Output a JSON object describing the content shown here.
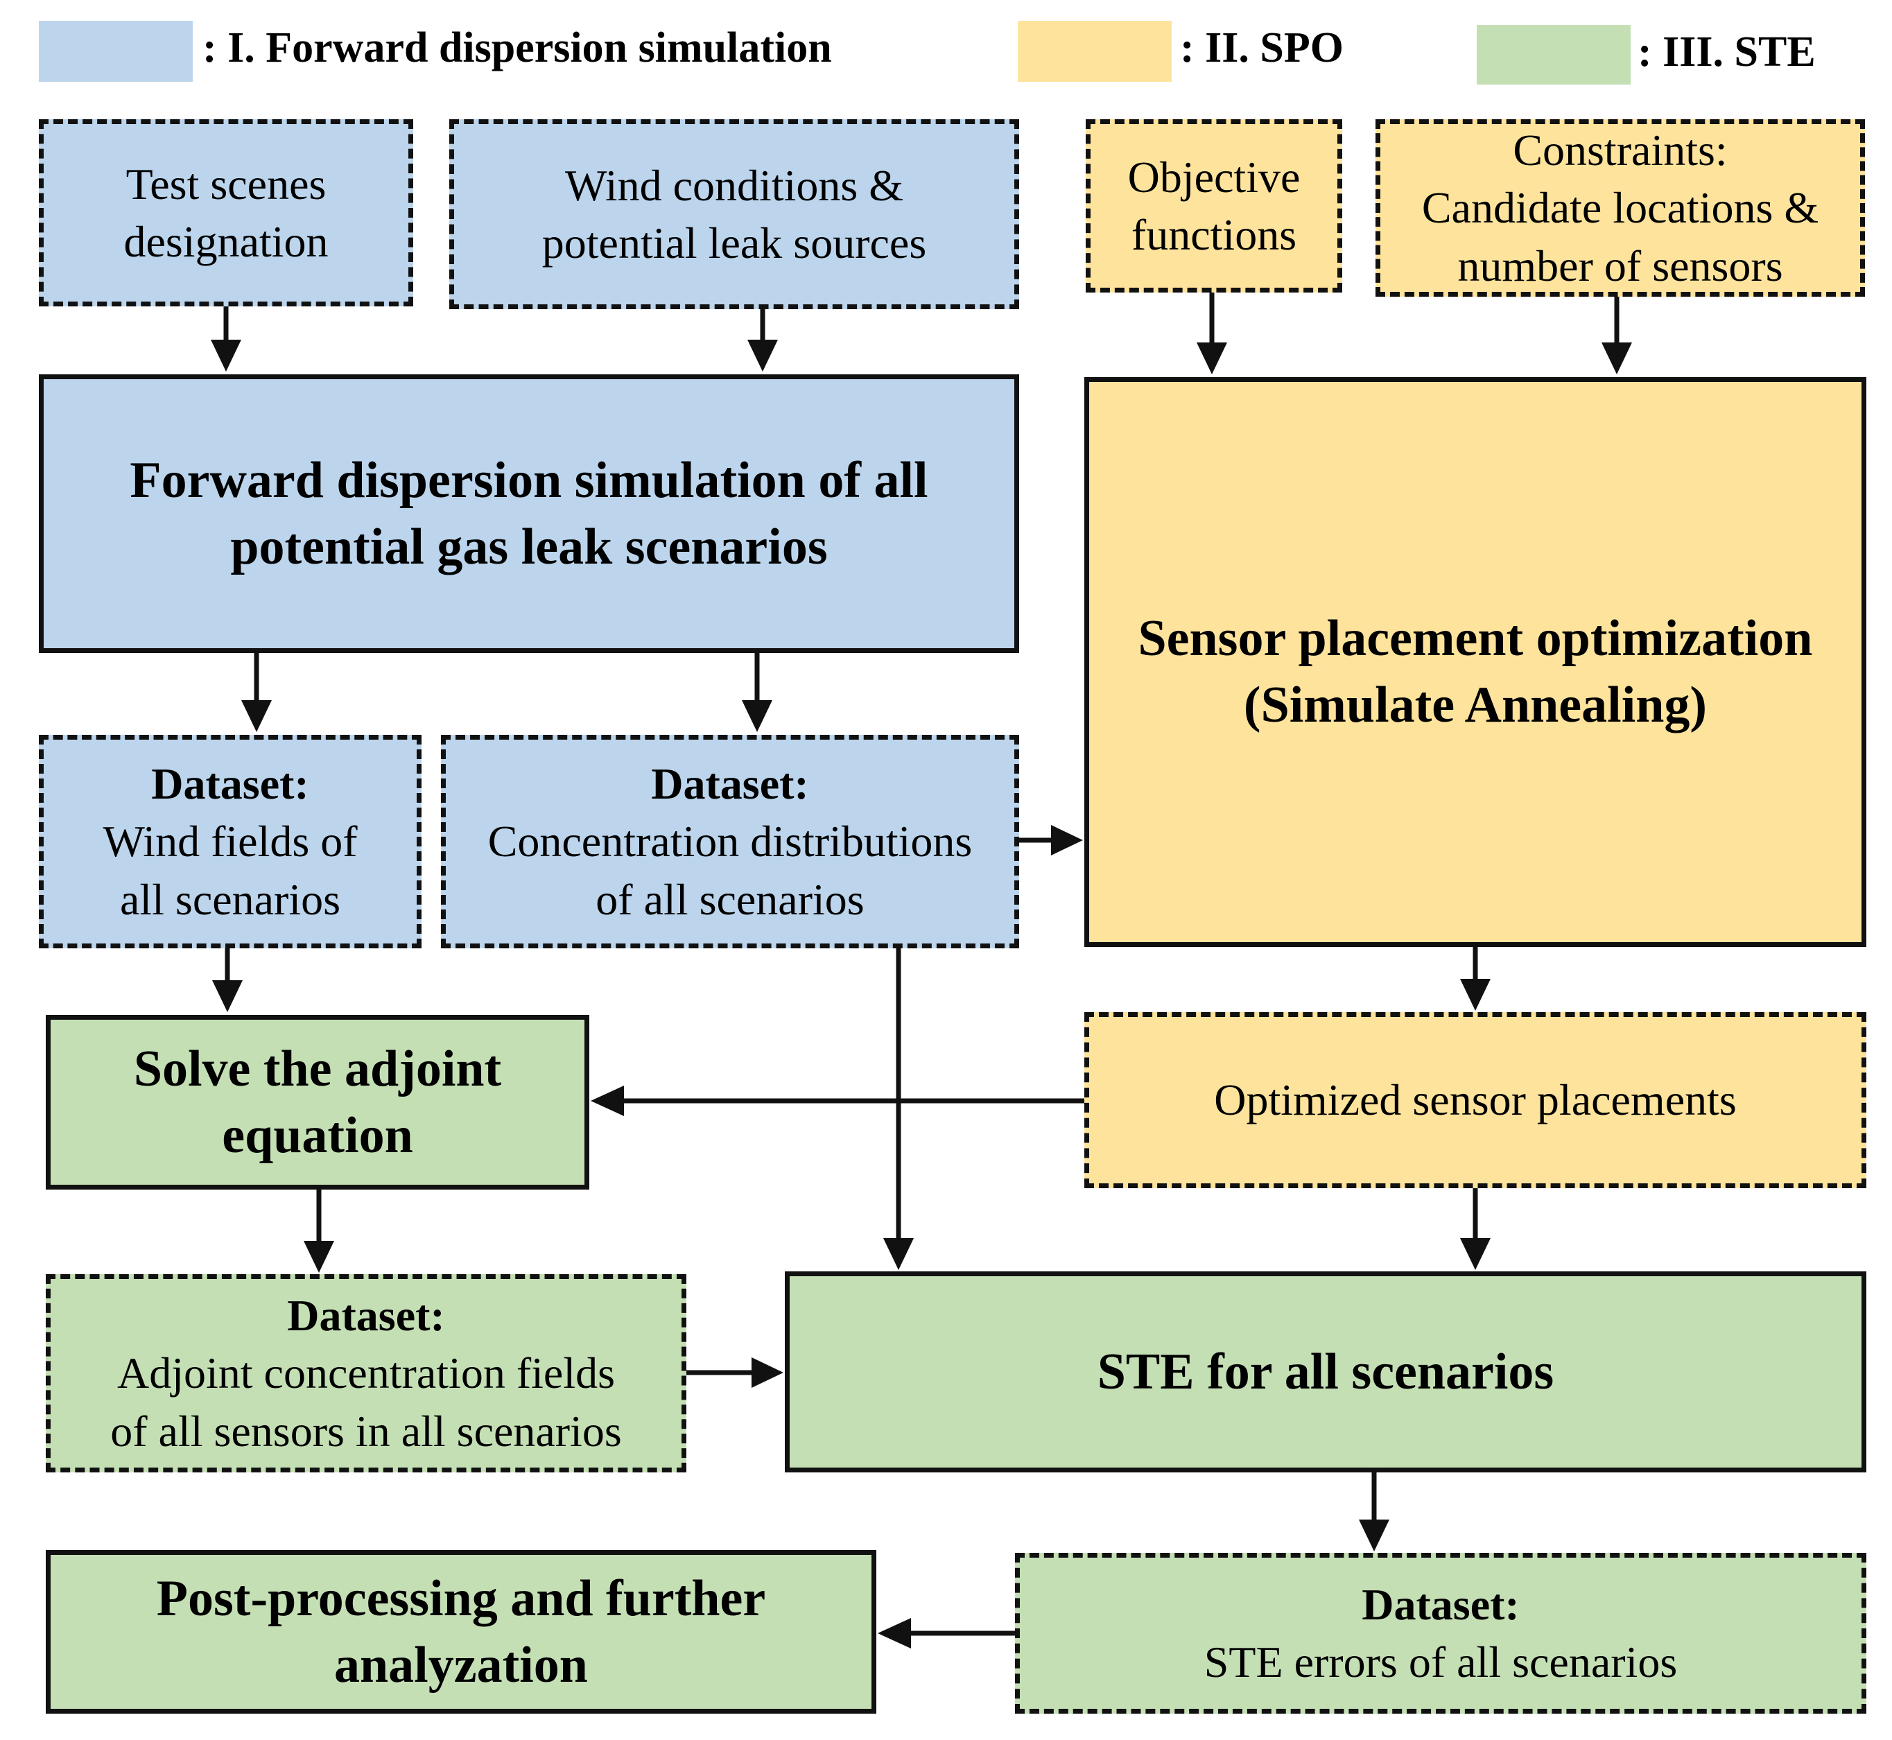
{
  "legend": [
    {
      "label": ": I. Forward dispersion simulation",
      "color": "#bcd5ec"
    },
    {
      "label": ": II. SPO",
      "color": "#fde39c"
    },
    {
      "label": ": III. STE",
      "color": "#c5dfb5"
    }
  ],
  "nodes": {
    "test_scenes": {
      "lines": [
        "Test scenes",
        "designation"
      ]
    },
    "wind_conditions": {
      "lines": [
        "Wind conditions &",
        "potential leak sources"
      ]
    },
    "objective_functions": {
      "lines": [
        "Objective",
        "functions"
      ]
    },
    "constraints": {
      "lines": [
        "Constraints:",
        "Candidate locations &",
        "number of sensors"
      ]
    },
    "forward_sim": {
      "lines": [
        "Forward dispersion simulation of all",
        "potential gas leak scenarios"
      ]
    },
    "spo": {
      "lines": [
        "Sensor placement optimization",
        "(Simulate Annealing)"
      ]
    },
    "dataset_wind": {
      "heading": "Dataset:",
      "lines": [
        "Wind fields of",
        "all scenarios"
      ]
    },
    "dataset_conc": {
      "heading": "Dataset:",
      "lines": [
        "Concentration distributions",
        "of all scenarios"
      ]
    },
    "optimized": {
      "lines": [
        "Optimized sensor placements"
      ]
    },
    "adjoint": {
      "lines": [
        "Solve the adjoint",
        "equation"
      ]
    },
    "dataset_adjoint": {
      "heading": "Dataset:",
      "lines": [
        "Adjoint concentration fields",
        "of all sensors in all scenarios"
      ]
    },
    "ste": {
      "lines": [
        "STE for all scenarios"
      ]
    },
    "post": {
      "lines": [
        "Post-processing and further",
        "analyzation"
      ]
    },
    "dataset_errors": {
      "heading": "Dataset:",
      "lines": [
        "STE errors of all scenarios"
      ]
    }
  },
  "colors": {
    "blue": "#bcd5ec",
    "yellow": "#fde39c",
    "green": "#c5dfb5",
    "stroke": "#111111"
  }
}
